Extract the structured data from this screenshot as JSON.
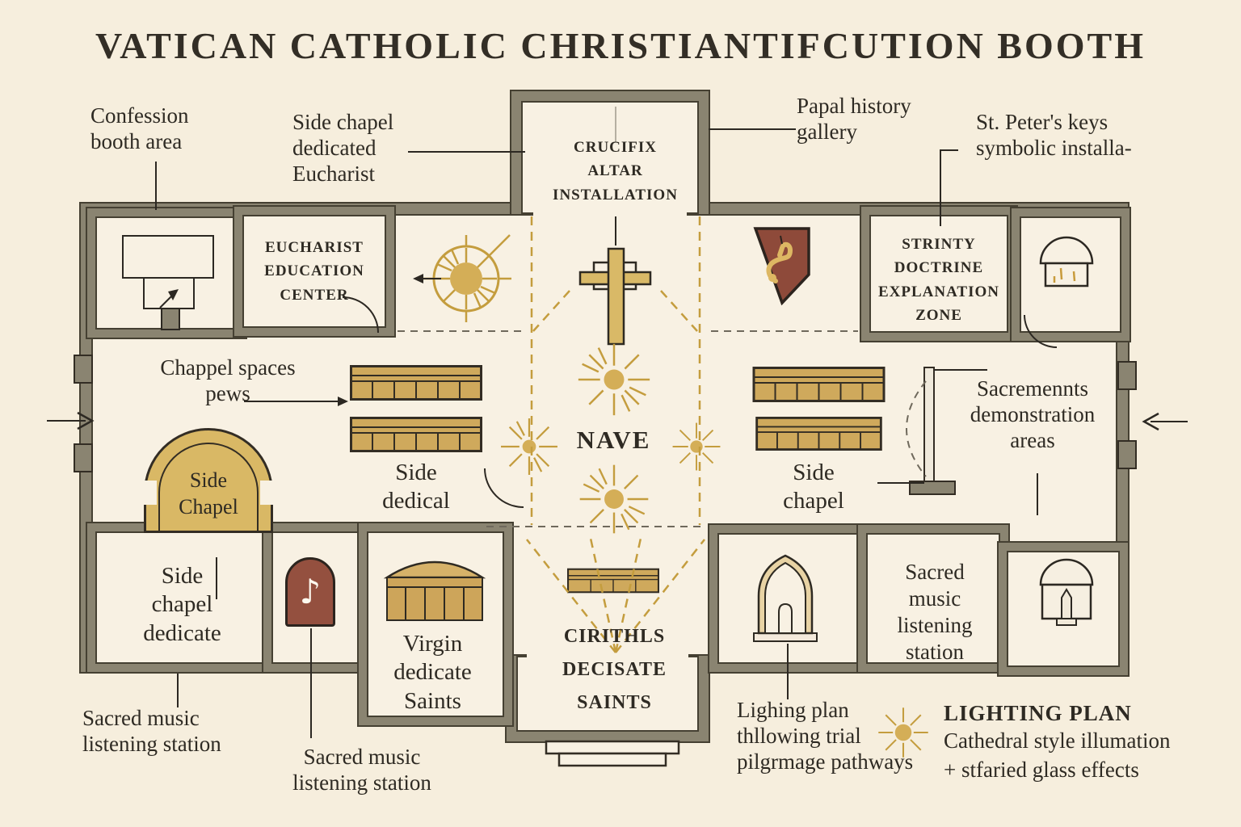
{
  "title": "VATICAN CATHOLIC CHRISTIANTIFCUTION BOOTH",
  "callouts": {
    "confession_booth": "Confession\nbooth area",
    "side_chapel_eucharist": "Side chapel\ndedicated\nEucharist",
    "papal_history": "Papal history\ngallery",
    "st_peters_keys": "St. Peter's keys\nsymbolic installa-",
    "chapel_spaces_pews": "Chappel spaces\npews",
    "sacraments_demo": "Sacremennts\ndemonstration\nareas",
    "sacred_music_bottom_left": "Sacred music\nlistening station",
    "sacred_music_bottom_center": "Sacred music\nlistening station",
    "lighting_note": "Lighing plan\nthllowing trial\npilgrmage pathways"
  },
  "rooms": {
    "crucifix_altar": "CRUCIFIX\nALTAR\nINSTALLATION",
    "eucharist_education": "EUCHARIST\nEDUCATION\nCENTER",
    "trinity_doctrine": "STRINTY\nDOCTRINE\nEXPLANATION\nZONE",
    "nave": "NAVE",
    "side_chapel_apse": "Side\nChapel",
    "side_dedical": "Side\ndedical",
    "side_chapel_right": "Side\nchapel",
    "side_chapel_dedicate": "Side\nchapel\ndedicate",
    "virgin_saints": "Virgin\ndedicate\nSaints",
    "cirithls_saints": "CIRITHLS\nDECISATE\nSAINTS",
    "sacred_music_station": "Sacred\nmusic\nlistening\nstation"
  },
  "legend": {
    "title": "LIGHTING PLAN",
    "description": "Cathedral style illumation\n+ stfaried glass effects"
  },
  "colors": {
    "background": "#f6eedd",
    "floor": "#f8f1e3",
    "wall": "#8a8471",
    "gold": "#d4ae57",
    "gold_line": "#c49d3e",
    "maroon": "#8e4a3a",
    "ink": "#2e2a23"
  }
}
